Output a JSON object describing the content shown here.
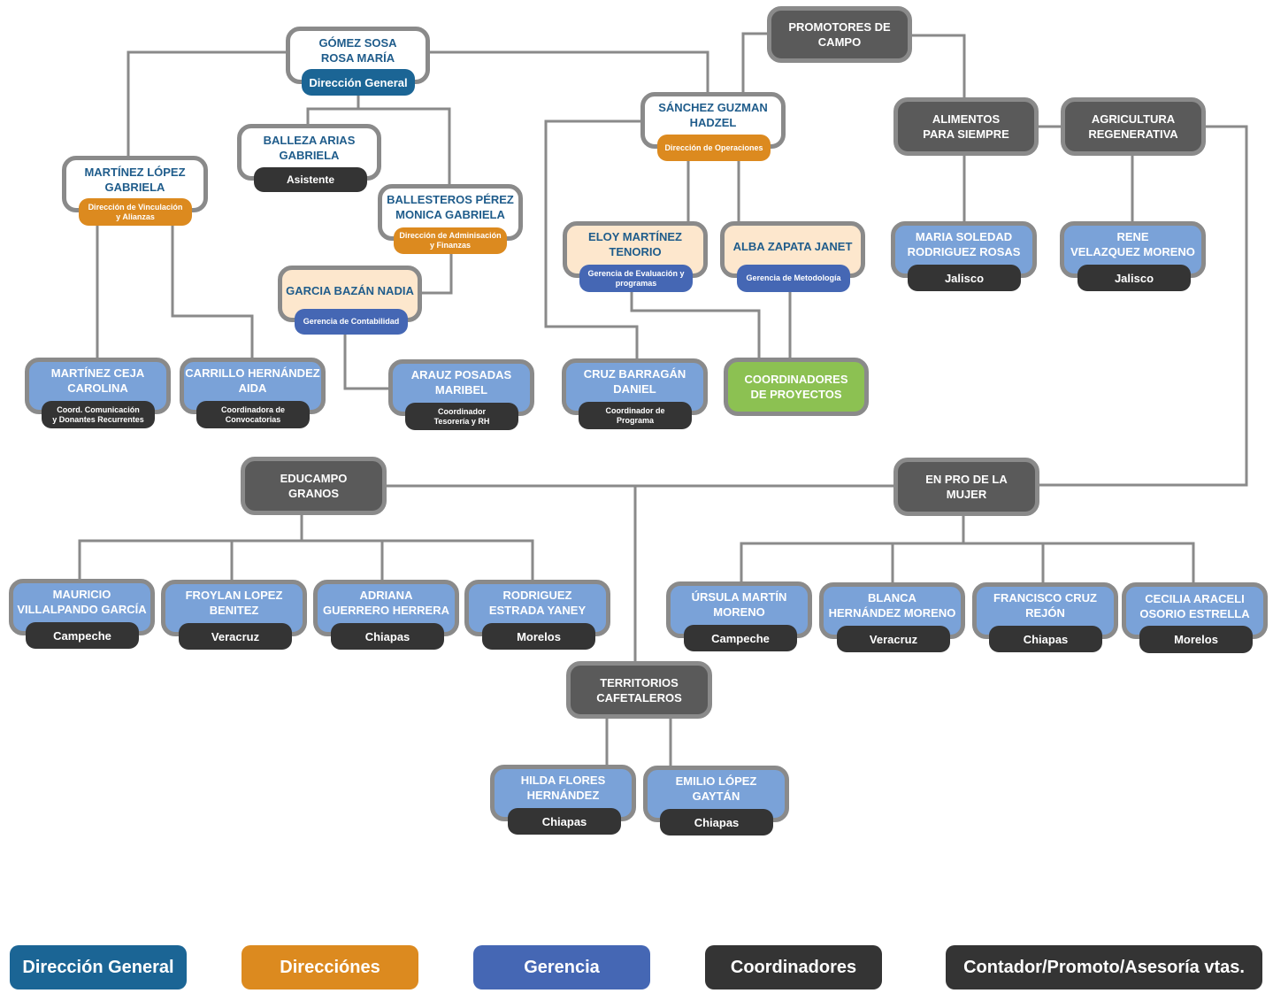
{
  "colors": {
    "direccion_general": "#1b6595",
    "direcciones": "#dc8a1f",
    "gerencia": "#4567b4",
    "coordinadores": "#343434",
    "contador": "#343434",
    "lines": "#8a8a8a"
  },
  "nodes": {
    "gomez": {
      "name": "GÓMEZ SOSA\nROSA MARÍA",
      "role": "Dirección General"
    },
    "balleza": {
      "name": "BALLEZA ARIAS\nGABRIELA",
      "role": "Asistente"
    },
    "ballesteros": {
      "name": "BALLESTEROS PÉREZ\nMONICA GABRIELA",
      "role": "Dirección de Adminisación\ny Finanzas"
    },
    "martinez_lopez": {
      "name": "MARTÍNEZ LÓPEZ\nGABRIELA",
      "role": "Dirección de Vinculación\ny Alianzas"
    },
    "garcia": {
      "name": "GARCIA BAZÁN NADIA",
      "role": "Gerencia de Contabilidad"
    },
    "sanchez": {
      "name": "SÁNCHEZ GUZMAN\nHADZEL",
      "role": "Dirección de Operaciones"
    },
    "eloy": {
      "name": "ELOY MARTÍNEZ\nTENORIO",
      "role": "Gerencia de Evaluación y\nprogramas"
    },
    "alba": {
      "name": "ALBA ZAPATA JANET",
      "role": "Gerencia de Metodología"
    },
    "promotores": {
      "name": "PROMOTORES DE\nCAMPO"
    },
    "alimentos": {
      "name": "ALIMENTOS\nPARA SIEMPRE"
    },
    "agricultura": {
      "name": "AGRICULTURA\nREGENERATIVA"
    },
    "maria_soledad": {
      "name": "MARIA SOLEDAD\nRODRIGUEZ ROSAS",
      "role": "Jalisco"
    },
    "rene": {
      "name": "RENE\nVELAZQUEZ MORENO",
      "role": "Jalisco"
    },
    "ceja": {
      "name": "MARTÍNEZ CEJA\nCAROLINA",
      "role": "Coord. Comunicación\ny Donantes Recurrentes"
    },
    "carrillo": {
      "name": "CARRILLO HERNÁNDEZ\nAIDA",
      "role": "Coordinadora de\nConvocatorias"
    },
    "arauz": {
      "name": "ARAUZ POSADAS\nMARIBEL",
      "role": "Coordinador\nTesorería y RH"
    },
    "cruz": {
      "name": "CRUZ BARRAGÁN\nDANIEL",
      "role": "Coordinador de\nPrograma"
    },
    "coordinadores": {
      "name": "COORDINADORES\nDE PROYECTOS"
    },
    "educampo": {
      "name": "EDUCAMPO\nGRANOS"
    },
    "enpro": {
      "name": "EN PRO DE LA\nMUJER"
    },
    "mauricio": {
      "name": "MAURICIO\nVILLALPANDO GARCÍA",
      "role": "Campeche"
    },
    "froylan": {
      "name": "FROYLAN LOPEZ\nBENITEZ",
      "role": "Veracruz"
    },
    "adriana": {
      "name": "ADRIANA\nGUERRERO HERRERA",
      "role": "Chiapas"
    },
    "rodriguez": {
      "name": "RODRIGUEZ\nESTRADA YANEY",
      "role": "Morelos"
    },
    "ursula": {
      "name": "ÚRSULA MARTÍN\nMORENO",
      "role": "Campeche"
    },
    "blanca": {
      "name": "BLANCA\nHERNÁNDEZ MORENO",
      "role": "Veracruz"
    },
    "francisco": {
      "name": "FRANCISCO CRUZ\nREJÓN",
      "role": "Chiapas"
    },
    "cecilia": {
      "name": "CECILIA ARACELI\nOSORIO ESTRELLA",
      "role": "Morelos"
    },
    "territorios": {
      "name": "TERRITORIOS\nCAFETALEROS"
    },
    "hilda": {
      "name": "HILDA FLORES\nHERNÁNDEZ",
      "role": "Chiapas"
    },
    "emilio": {
      "name": "EMILIO LÓPEZ\nGAYTÁN",
      "role": "Chiapas"
    }
  },
  "legend": [
    {
      "label": "Dirección General",
      "color": "#1b6595"
    },
    {
      "label": "Direcciónes",
      "color": "#dc8a1f"
    },
    {
      "label": "Gerencia",
      "color": "#4567b4"
    },
    {
      "label": "Coordinadores",
      "color": "#343434"
    },
    {
      "label": "Contador/Promoto/Asesoría vtas.",
      "color": "#343434"
    }
  ]
}
